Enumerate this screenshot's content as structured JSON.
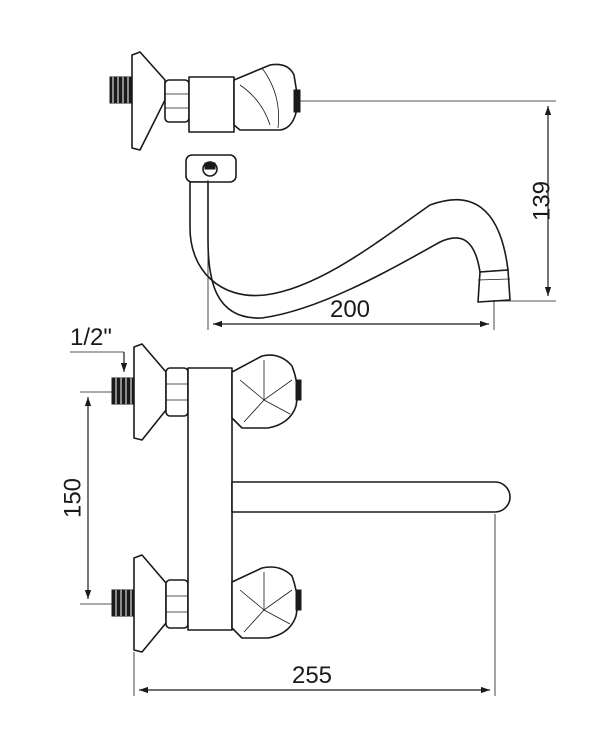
{
  "dimensions": {
    "height_label": "139",
    "spout_reach_label": "200",
    "thread_label": "1/2\"",
    "center_distance_label": "150",
    "overall_width_label": "255"
  },
  "colors": {
    "line": "#1a1a1a",
    "background": "#ffffff"
  }
}
